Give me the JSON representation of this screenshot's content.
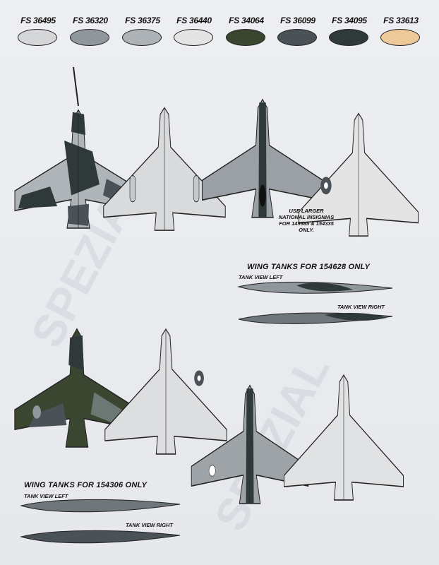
{
  "colors": [
    {
      "code": "FS 36495",
      "hex": "#d4d6d8"
    },
    {
      "code": "FS 36320",
      "hex": "#8f969c"
    },
    {
      "code": "FS 36375",
      "hex": "#adb2b6"
    },
    {
      "code": "FS 36440",
      "hex": "#e3e4e3"
    },
    {
      "code": "FS 34064",
      "hex": "#3b4630"
    },
    {
      "code": "FS 36099",
      "hex": "#4a5157"
    },
    {
      "code": "FS 34095",
      "hex": "#30393a"
    },
    {
      "code": "FS 33613",
      "hex": "#edc999"
    }
  ],
  "captions": {
    "wing_tanks_top": "WING TANKS FOR 154628 ONLY",
    "tank_left_top": "TANK VIEW LEFT",
    "tank_right_top": "TANK VIEW RIGHT",
    "wing_tanks_bottom": "WING TANKS FOR 154306 ONLY",
    "tank_left_bottom": "TANK VIEW LEFT",
    "tank_right_bottom": "TANK VIEW RIGHT",
    "insignia_note": [
      "USE LARGER",
      "NATIONAL INSIGNIAS",
      "FOR 149985 & 154335",
      "ONLY."
    ]
  },
  "watermark": "SPEZIAL"
}
